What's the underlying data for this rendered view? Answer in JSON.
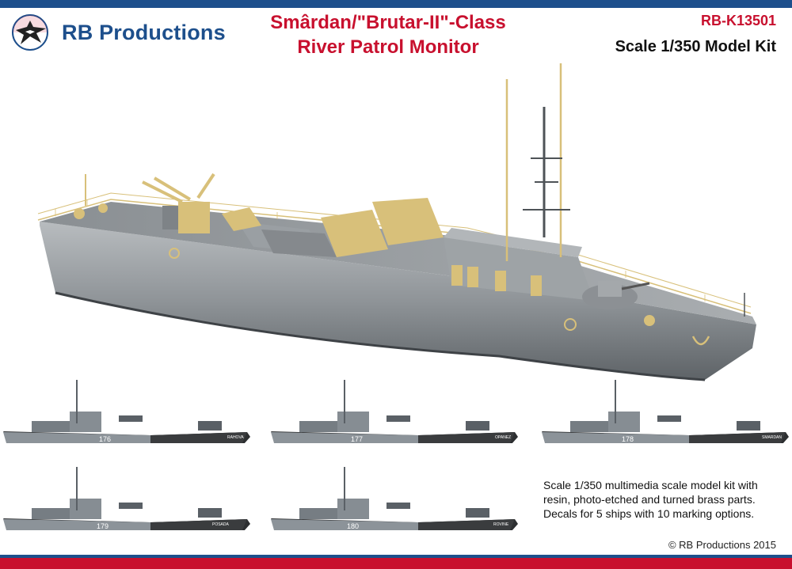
{
  "header": {
    "brand": "RB Productions",
    "title_line1": "Smârdan/\"Brutar-II\"-Class",
    "title_line2": "River Patrol Monitor",
    "product_code": "RB-K13501",
    "scale": "Scale 1/350 Model Kit"
  },
  "colors": {
    "brand_blue": "#1d4f8c",
    "brand_red": "#c8102e",
    "hull_gray": "#9aa0a4",
    "brass": "#d8c07a"
  },
  "variants": [
    {
      "number": "176",
      "name": "RAHOVA"
    },
    {
      "number": "177",
      "name": "OPANEZ"
    },
    {
      "number": "178",
      "name": "SMARDAN"
    },
    {
      "number": "179",
      "name": "POSADA"
    },
    {
      "number": "180",
      "name": "ROVINE"
    }
  ],
  "description": {
    "line1": "Scale 1/350 multimedia scale model kit with",
    "line2": "resin, photo-etched and turned brass parts.",
    "line3": "Decals for 5 ships with 10 marking options."
  },
  "footer": {
    "copyright": "© RB Productions 2015"
  }
}
